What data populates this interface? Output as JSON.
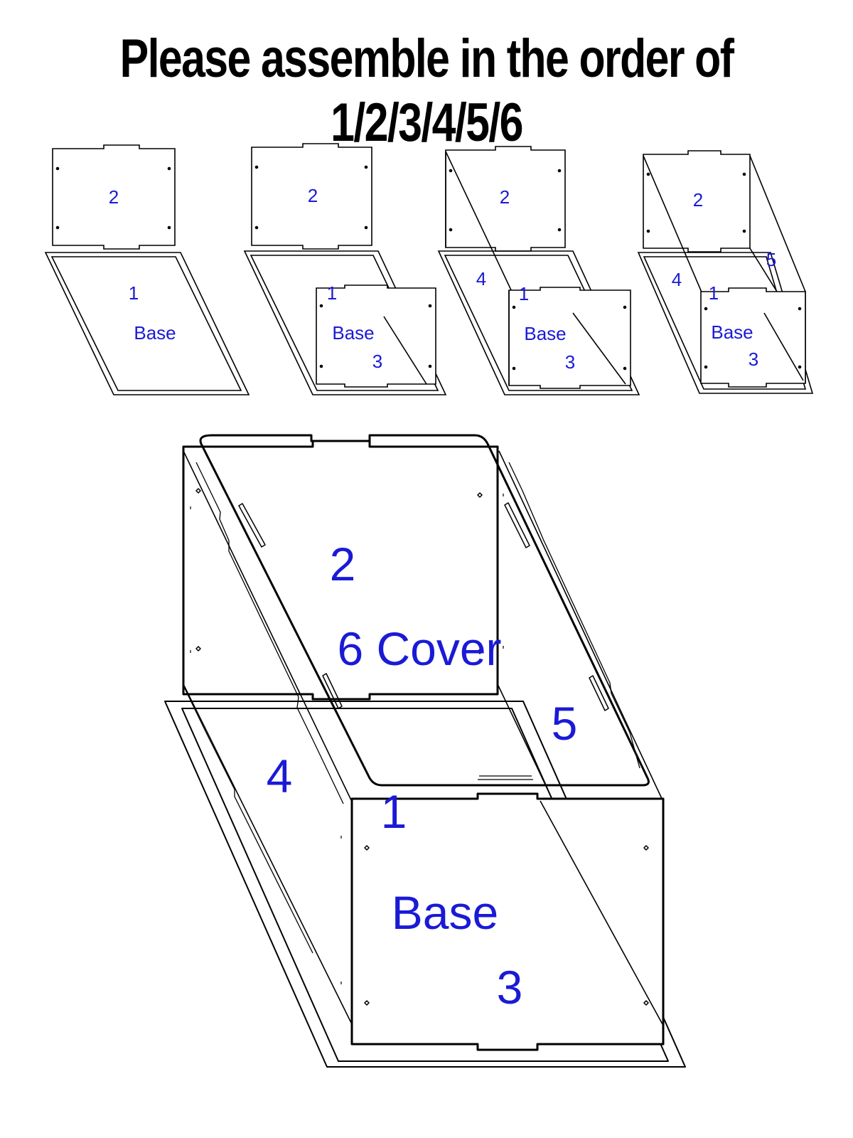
{
  "title": "Please assemble in the order of 1/2/3/4/5/6",
  "colors": {
    "label": "#1a1ad6",
    "line": "#000000",
    "background": "#ffffff"
  },
  "steps": [
    {
      "labels": {
        "p2": "2",
        "p1": "1",
        "base": "Base"
      }
    },
    {
      "labels": {
        "p2": "2",
        "p1": "1",
        "base": "Base",
        "p3": "3"
      }
    },
    {
      "labels": {
        "p2": "2",
        "p4": "4",
        "p1": "1",
        "base": "Base",
        "p3": "3"
      }
    },
    {
      "labels": {
        "p2": "2",
        "p5": "5",
        "p4": "4",
        "p1": "1",
        "base": "Base",
        "p3": "3"
      }
    }
  ],
  "final": {
    "labels": {
      "p2": "2",
      "cover": "6 Cover",
      "p5": "5",
      "p4": "4",
      "p1": "1",
      "base": "Base",
      "p3": "3"
    }
  }
}
